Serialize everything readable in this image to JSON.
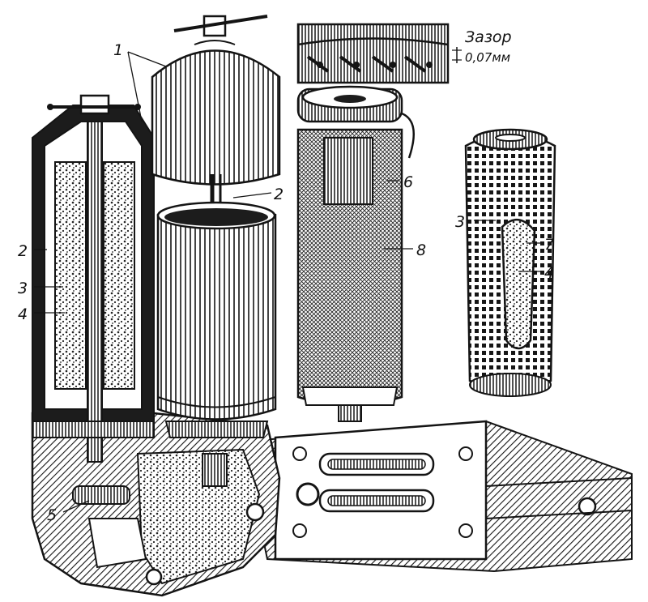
{
  "callouts": {
    "c1": "1",
    "c2a": "2",
    "c2b": "2",
    "c3a": "3",
    "c3b": "3",
    "c4a": "4",
    "c4b": "4",
    "c5": "5",
    "c6": "6",
    "c7": "7",
    "c8": "8"
  },
  "inset": {
    "title": "Зазор",
    "value": "0,07мм"
  },
  "colors": {
    "ink": "#141414",
    "paper": "#ffffff",
    "shade": "#2a2a2a"
  }
}
